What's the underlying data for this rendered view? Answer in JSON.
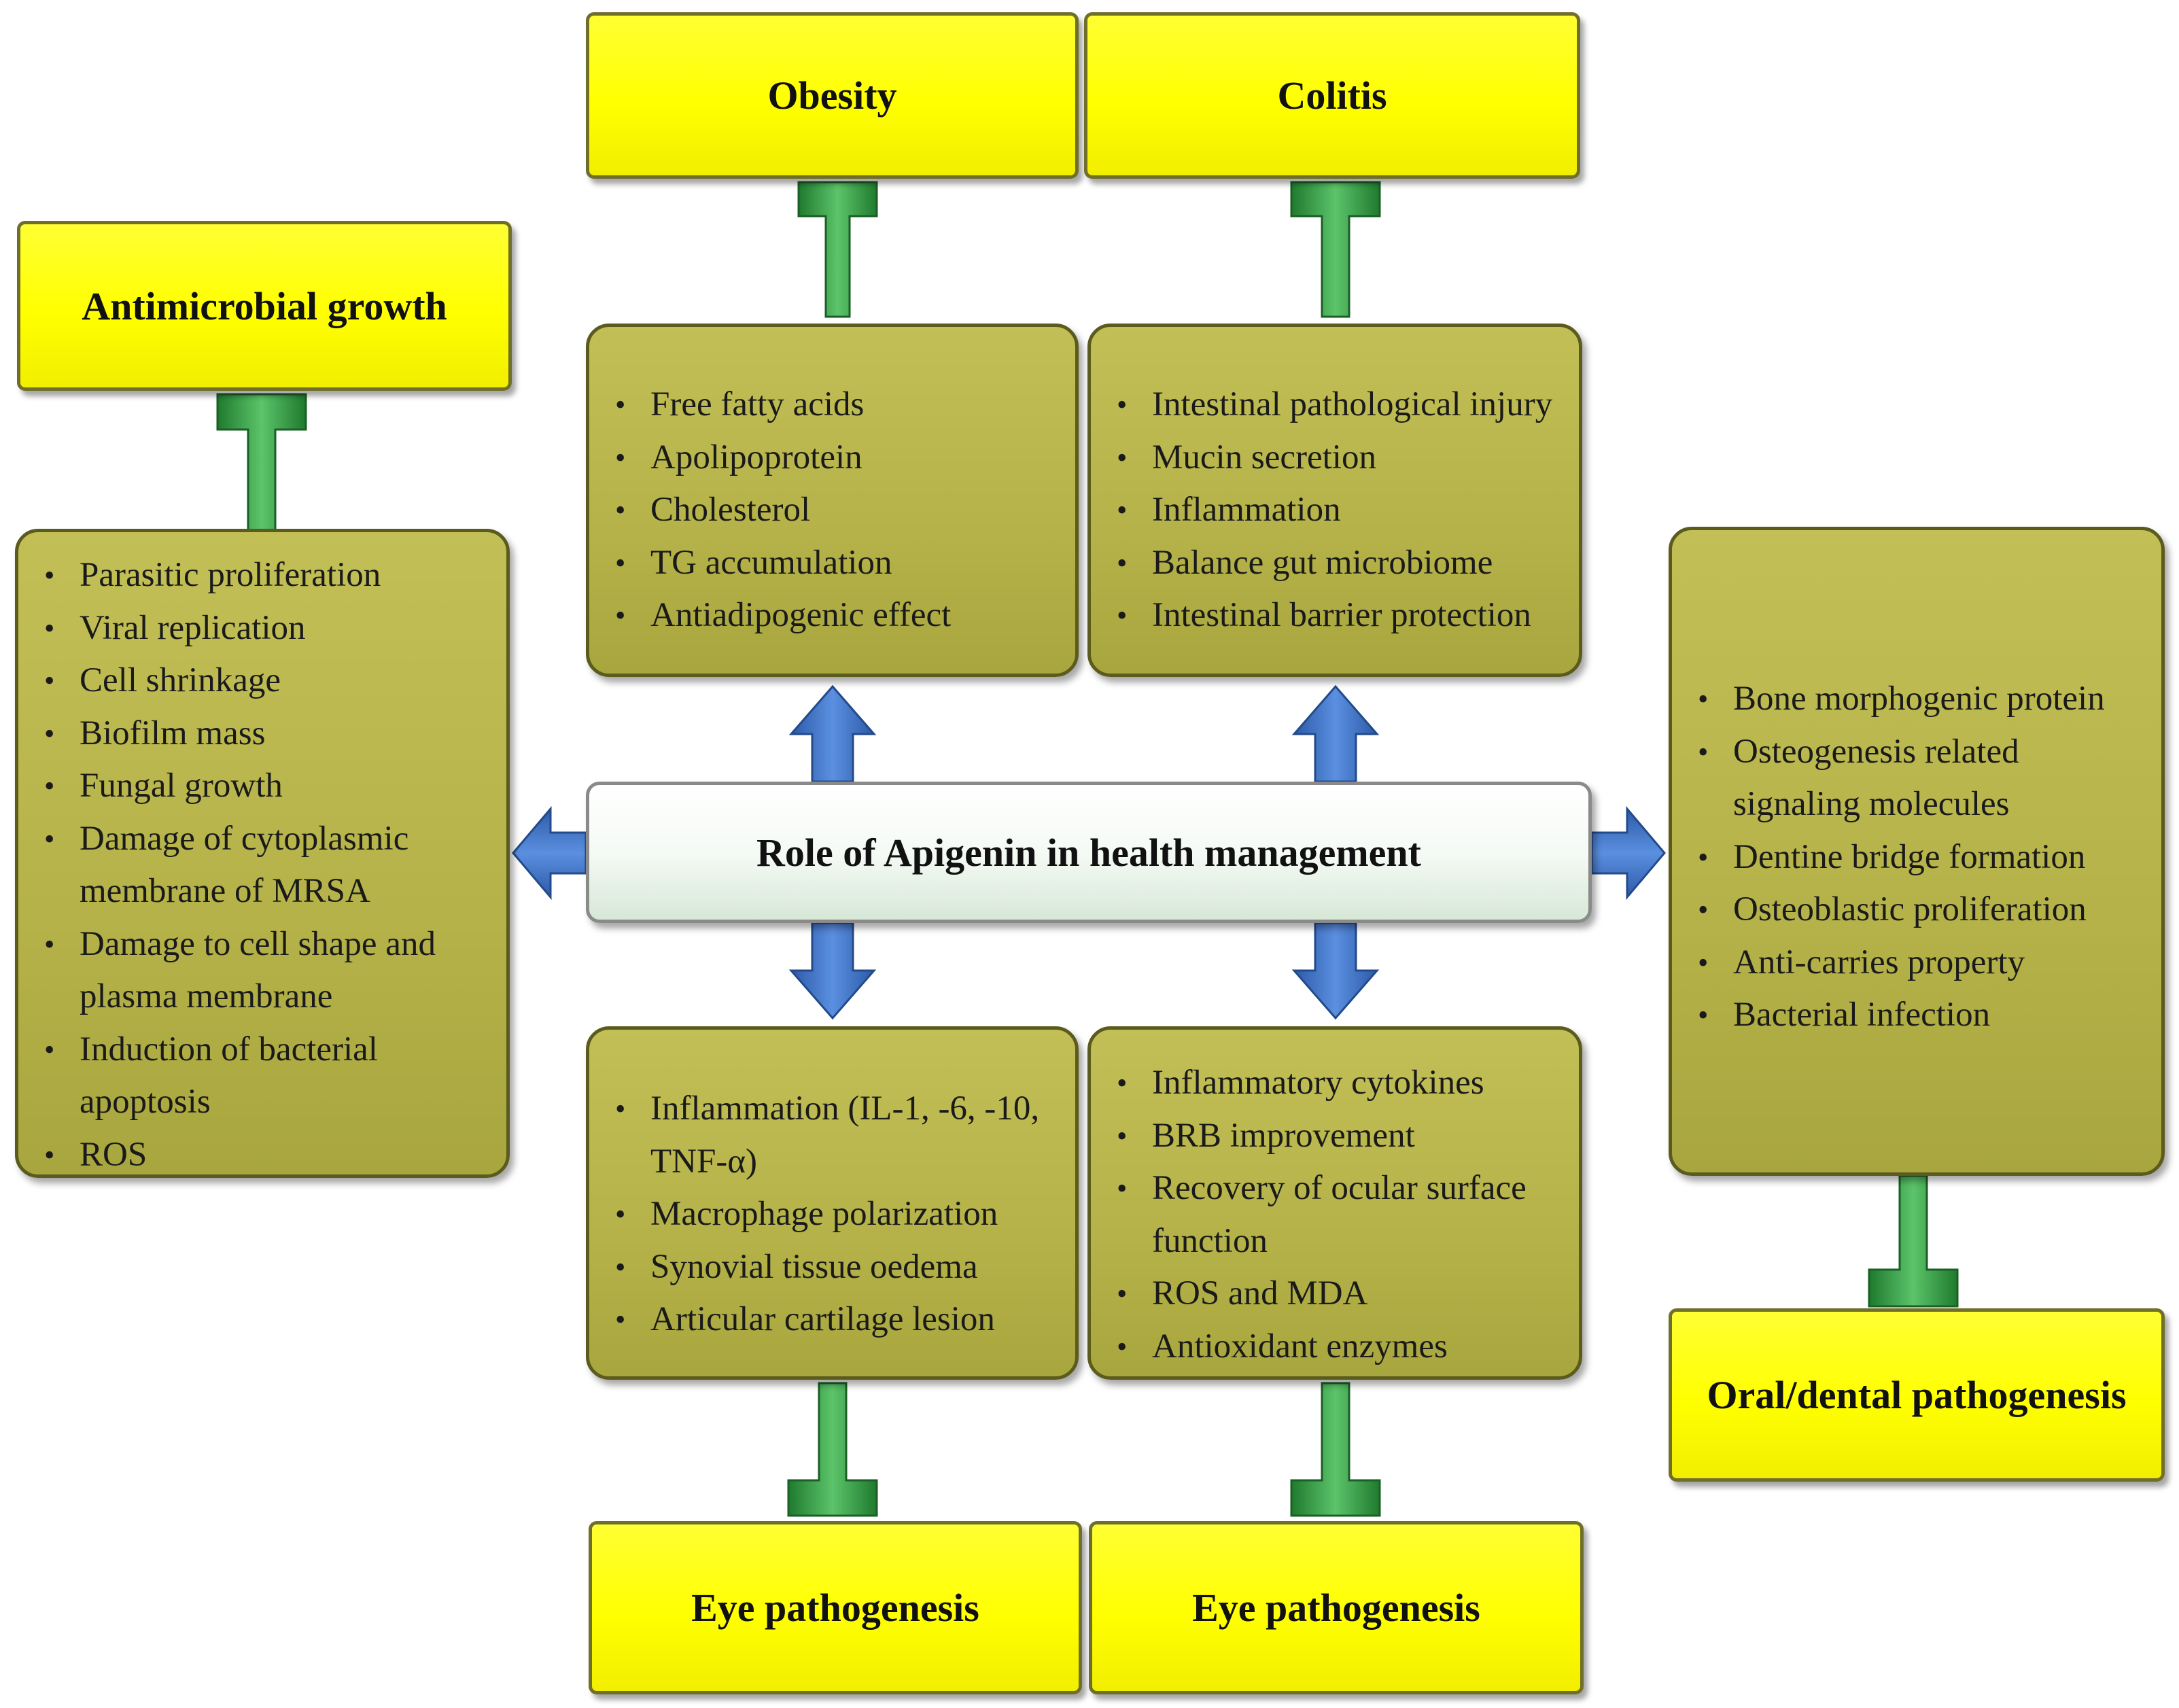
{
  "center": {
    "title": "Role of Apigenin in health management"
  },
  "outcomes": {
    "obesity": "Obesity",
    "colitis": "Colitis",
    "antimicrobial": "Antimicrobial growth",
    "oral": "Oral/dental pathogenesis",
    "eye_left": "Eye pathogenesis",
    "eye_right": "Eye pathogenesis"
  },
  "effects": {
    "antimicrobial": [
      "Parasitic proliferation",
      "Viral replication",
      "Cell shrinkage",
      "Biofilm mass",
      "Fungal growth",
      "Damage of cytoplasmic membrane of MRSA",
      "Damage to cell shape and plasma membrane",
      "Induction of bacterial apoptosis",
      "ROS"
    ],
    "obesity": [
      "Free fatty acids",
      "Apolipoprotein",
      "Cholesterol",
      "TG accumulation",
      "Antiadipogenic effect"
    ],
    "colitis": [
      "Intestinal pathological injury",
      "Mucin secretion",
      "Inflammation",
      "Balance gut microbiome",
      "Intestinal barrier protection"
    ],
    "oral": [
      "Bone morphogenic protein",
      "Osteogenesis related signaling molecules",
      "Dentine bridge formation",
      "Osteoblastic proliferation",
      "Anti-carries property",
      "Bacterial infection"
    ],
    "eye_left": [
      "Inflammation (IL-1, -6, -10, TNF-α)",
      "Macrophage polarization",
      "Synovial tissue oedema",
      "Articular cartilage lesion"
    ],
    "eye_right": [
      "Inflammatory cytokines",
      "BRB improvement",
      "Recovery of ocular surface function",
      "ROS and MDA",
      "Antioxidant enzymes"
    ]
  },
  "colors": {
    "outcome_fill": "#ffff00",
    "effect_fill": "#b4b248",
    "arrow_fill": "#3b6fc4",
    "inhibit_fill": "#3d9c4a"
  }
}
